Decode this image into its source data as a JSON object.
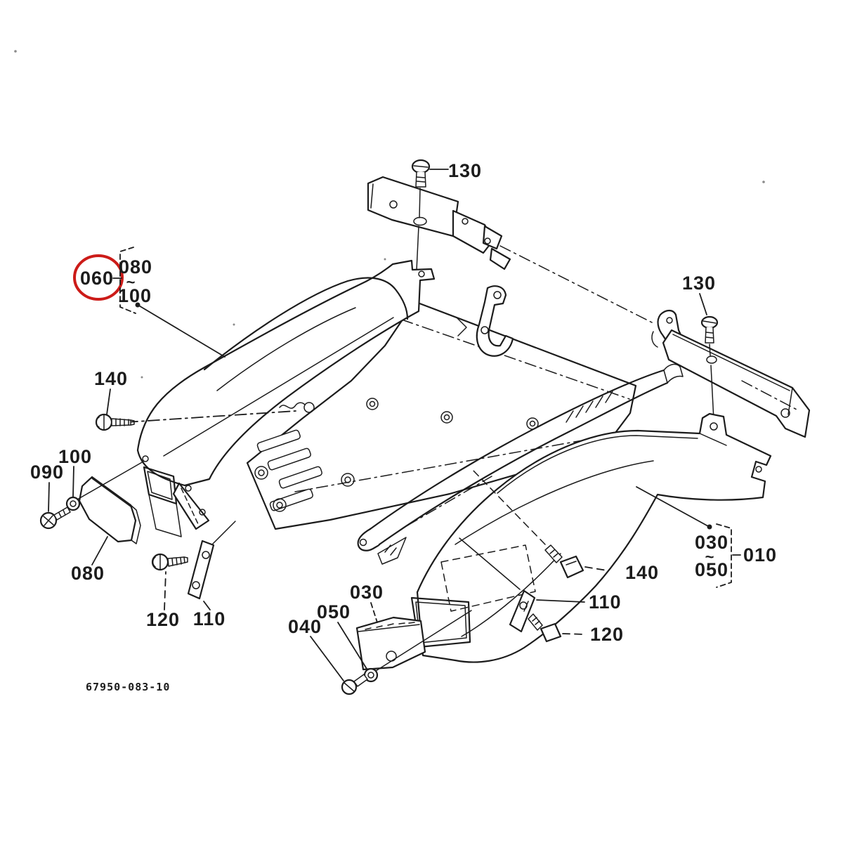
{
  "diagram": {
    "type": "exploded-parts-diagram",
    "subject": "tractor bonnet / hood panel assembly",
    "drawing_number": "67950-083-10",
    "highlighted_ref": "060",
    "colors": {
      "ink": "#1c1c1c",
      "highlight": "#cc1b18",
      "background": "#ffffff"
    },
    "labels": {
      "ref_130_top": "130",
      "ref_060": "060",
      "ref_080_bracket": "080",
      "tilde_left": "~",
      "ref_100_bracket": "100",
      "ref_140_left": "140",
      "ref_090": "090",
      "ref_100_washer": "100",
      "ref_080_panel": "080",
      "ref_120_left": "120",
      "ref_110_left": "110",
      "ref_030_left": "030",
      "ref_050_left": "050",
      "ref_040": "040",
      "ref_130_right": "130",
      "ref_140_right": "140",
      "ref_110_right": "110",
      "ref_120_right": "120",
      "ref_030_group": "030",
      "tilde_right": "~",
      "ref_050_group": "050",
      "ref_010": "010"
    }
  }
}
